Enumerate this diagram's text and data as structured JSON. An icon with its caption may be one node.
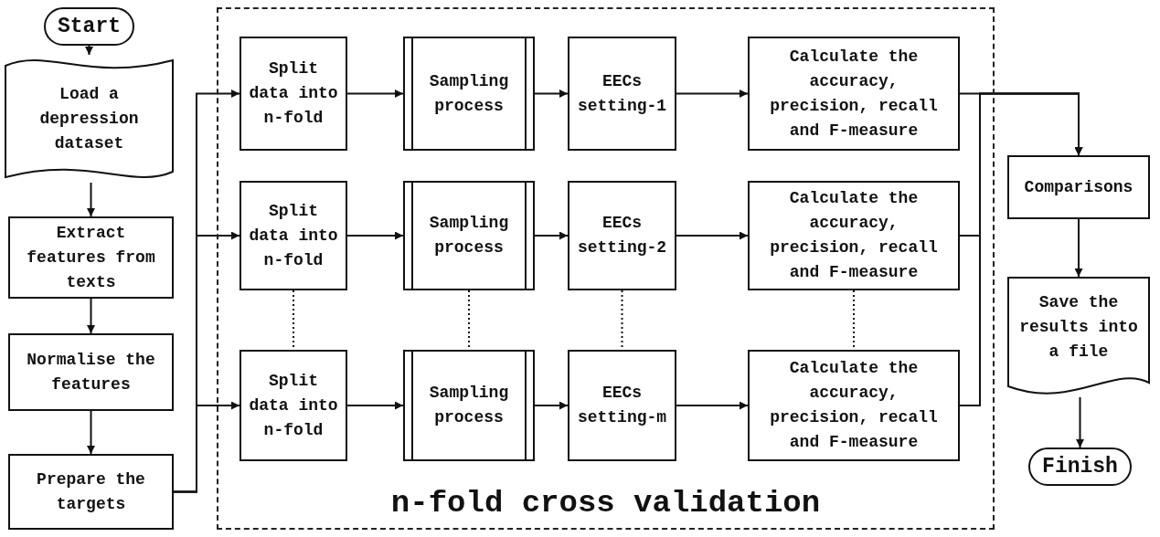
{
  "diagram": {
    "nodes": [
      {
        "text": [
          "Start"
        ]
      },
      {
        "text": [
          "Load a depression dataset"
        ]
      },
      {
        "text": [
          "Extract features from texts"
        ]
      },
      {
        "text": [
          "Normalise the features"
        ]
      },
      {
        "text": [
          "Prepare the targets"
        ]
      },
      {
        "text": [
          "n-fold cross validation"
        ]
      },
      {
        "text": [
          "Split data into n-fold"
        ],
        "in": 5
      },
      {
        "text": [
          "Sampling process"
        ],
        "in": 5
      },
      {
        "text": [
          "EECs setting-1"
        ],
        "in": 5
      },
      {
        "text": [
          "Calculate the accuracy, precision, recall and F-measure"
        ],
        "in": 5
      },
      {
        "text": [
          "Split data into n-fold"
        ],
        "in": 5
      },
      {
        "text": [
          "Sampling process"
        ],
        "in": 5
      },
      {
        "text": [
          "EECs setting-2"
        ],
        "in": 5
      },
      {
        "text": [
          "Calculate the accuracy, precision, recall and F-measure"
        ],
        "in": 5
      },
      {
        "text": [
          "Split data into n-fold"
        ],
        "in": 5
      },
      {
        "text": [
          "Sampling process"
        ],
        "in": 5
      },
      {
        "text": [
          "EECs setting-m"
        ],
        "in": 5
      },
      {
        "text": [
          "Calculate the accuracy, precision, recall and F-measure"
        ],
        "in": 5
      },
      {
        "text": [
          "Comparisons"
        ]
      },
      {
        "text": [
          "Save the results into a file"
        ]
      },
      {
        "text": [
          "Finish"
        ]
      }
    ],
    "edges": [
      {
        "from": 0,
        "to": 1,
        "arrow": "to"
      },
      {
        "from": 1,
        "to": 2,
        "arrow": "to"
      },
      {
        "from": 2,
        "to": 3,
        "arrow": "to"
      },
      {
        "from": 3,
        "to": 4,
        "arrow": "to"
      },
      {
        "from": 4,
        "to": 6,
        "arrow": "to"
      },
      {
        "from": 4,
        "to": 10,
        "arrow": "to"
      },
      {
        "from": 4,
        "to": 14,
        "arrow": "to"
      },
      {
        "from": 6,
        "to": 7,
        "arrow": "to"
      },
      {
        "from": 7,
        "to": 8,
        "arrow": "to"
      },
      {
        "from": 8,
        "to": 9,
        "arrow": "to"
      },
      {
        "from": 10,
        "to": 11,
        "arrow": "to"
      },
      {
        "from": 11,
        "to": 12,
        "arrow": "to"
      },
      {
        "from": 12,
        "to": 13,
        "arrow": "to"
      },
      {
        "from": 14,
        "to": 15,
        "arrow": "to"
      },
      {
        "from": 15,
        "to": 16,
        "arrow": "to"
      },
      {
        "from": 16,
        "to": 17,
        "arrow": "to"
      },
      {
        "from": 10,
        "to": 14,
        "arrow": "none",
        "style": "dashed"
      },
      {
        "from": 11,
        "to": 15,
        "arrow": "none",
        "style": "dashed"
      },
      {
        "from": 12,
        "to": 16,
        "arrow": "none",
        "style": "dashed"
      },
      {
        "from": 13,
        "to": 17,
        "arrow": "none",
        "style": "dashed"
      },
      {
        "from": 9,
        "to": 18,
        "arrow": "to"
      },
      {
        "from": 13,
        "to": 18,
        "arrow": "to"
      },
      {
        "from": 17,
        "to": 18,
        "arrow": "to"
      },
      {
        "from": 18,
        "to": 19,
        "arrow": "to"
      },
      {
        "from": 19,
        "to": 20,
        "arrow": "to"
      }
    ]
  }
}
